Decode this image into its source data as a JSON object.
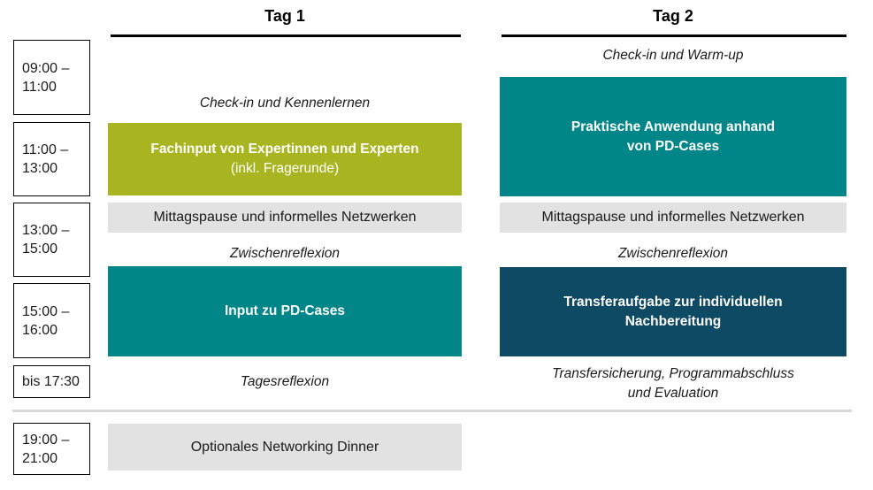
{
  "colors": {
    "green_block": "#a8b520",
    "teal_block": "#008689",
    "darkblue_block": "#0e4a63",
    "gray_block": "#e2e2e2",
    "divider": "#d9d9d9",
    "header_underline": "#000000",
    "timebox_border": "#000000",
    "text": "#1a1a1a",
    "text_on_color": "#ffffff"
  },
  "time_column": {
    "slots": [
      {
        "lines": [
          "09:00 –",
          "11:00"
        ]
      },
      {
        "lines": [
          "11:00 –",
          "13:00"
        ]
      },
      {
        "lines": [
          "13:00 –",
          "15:00"
        ]
      },
      {
        "lines": [
          "15:00 –",
          "16:00"
        ]
      },
      {
        "lines": [
          "bis 17:30"
        ]
      },
      {
        "lines": [
          "19:00 –",
          "21:00"
        ]
      }
    ]
  },
  "day1": {
    "title": "Tag 1",
    "checkin": "Check-in und Kennenlernen",
    "fachinput_line1": "Fachinput von Expertinnen und Experten",
    "fachinput_line2": "(inkl. Fragerunde)",
    "lunch": "Mittagspause und informelles Netzwerken",
    "zwischenreflexion": "Zwischenreflexion",
    "input_pd_cases": "Input zu PD-Cases",
    "tagesreflexion": "Tagesreflexion",
    "dinner": "Optionales Networking Dinner"
  },
  "day2": {
    "title": "Tag 2",
    "checkin": "Check-in und Warm-up",
    "praktische_line1": "Praktische Anwendung anhand",
    "praktische_line2": "von PD-Cases",
    "lunch": "Mittagspause und informelles Netzwerken",
    "zwischenreflexion": "Zwischenreflexion",
    "transfer_line1": "Transferaufgabe zur individuellen",
    "transfer_line2": "Nachbereitung",
    "abschluss_line1": "Transfersicherung, Programmabschluss",
    "abschluss_line2": "und Evaluation"
  }
}
